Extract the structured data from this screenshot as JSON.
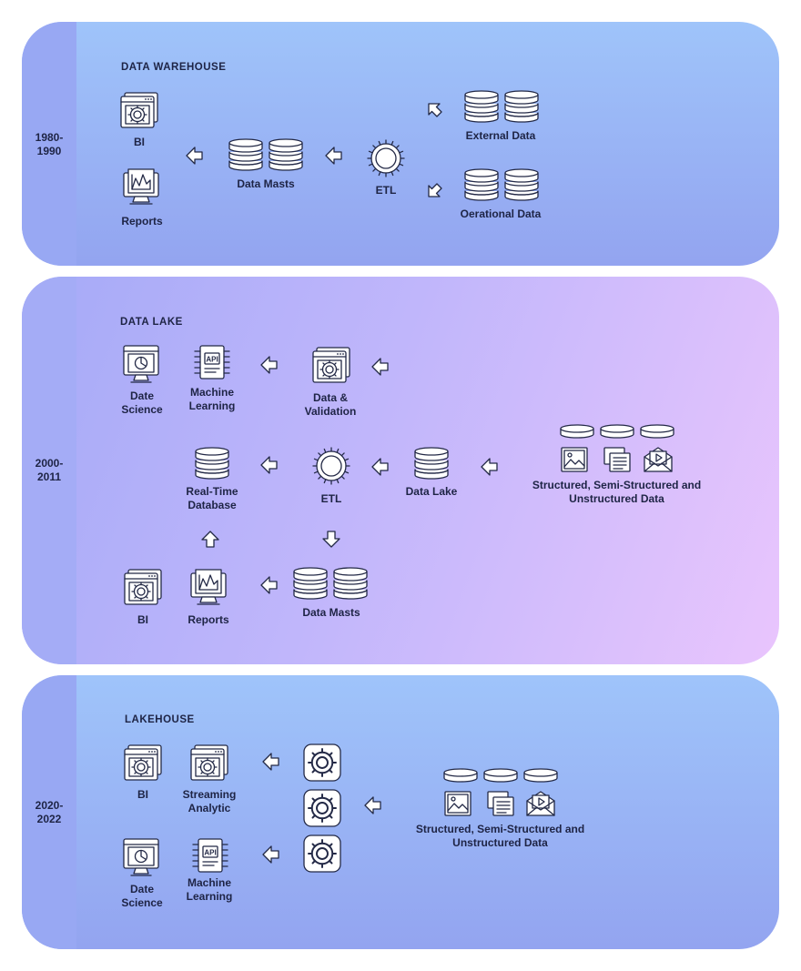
{
  "panels": [
    {
      "era": "1980-\n1990",
      "title": "DATA WAREHOUSE",
      "labels": {
        "bi": "BI",
        "reports": "Reports",
        "data_masts": "Data Masts",
        "etl": "ETL",
        "external": "External Data",
        "operational": "Oerational Data"
      }
    },
    {
      "era": "2000-\n2011",
      "title": "DATA LAKE",
      "labels": {
        "date_science": "Date\nScience",
        "machine_learning": "Machine\nLearning",
        "data_validation": "Data &\nValidation",
        "realtime_db": "Real-Time\nDatabase",
        "etl": "ETL",
        "data_lake": "Data Lake",
        "sources": "Structured, Semi-Structured and\nUnstructured Data",
        "bi": "BI",
        "reports": "Reports",
        "data_masts": "Data Masts"
      }
    },
    {
      "era": "2020-\n2022",
      "title": "LAKEHOUSE",
      "labels": {
        "bi": "BI",
        "streaming": "Streaming\nAnalytic",
        "date_science": "Date\nScience",
        "machine_learning": "Machine\nLearning",
        "sources": "Structured, Semi-Structured and\nUnstructured Data"
      }
    }
  ],
  "colors": {
    "panel1": [
      "#9fc4fa",
      "#93a4f0"
    ],
    "panel2": [
      "#a5aaf7",
      "#e9c5fd"
    ],
    "panel3": [
      "#9fc4fa",
      "#93a4f0"
    ],
    "ink": "#232946"
  }
}
